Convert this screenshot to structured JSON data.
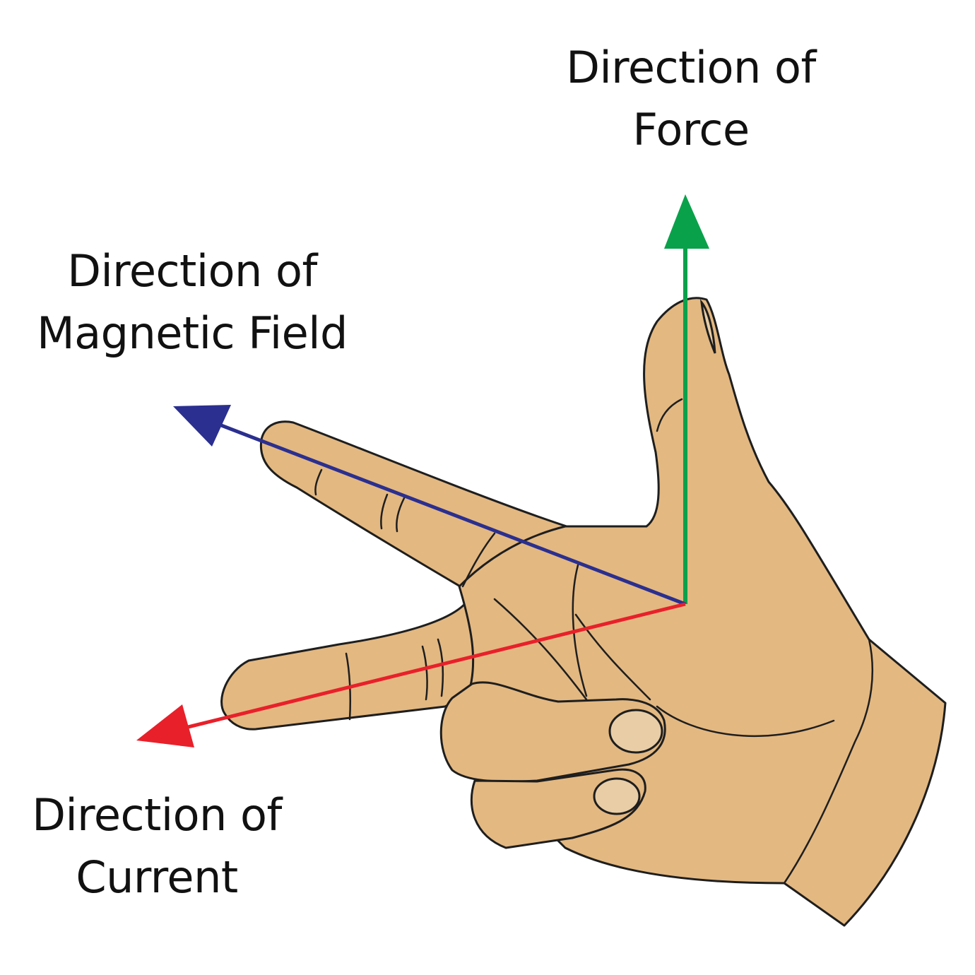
{
  "labels": {
    "force": {
      "line1": "Direction of",
      "line2": "Force"
    },
    "field": {
      "line1": "Direction of",
      "line2": "Magnetic Field"
    },
    "current": {
      "line1": "Direction of",
      "line2": "Current"
    }
  },
  "colors": {
    "force": "#0aa14b",
    "field": "#2b2f8f",
    "current": "#e8202a",
    "skin": "#e3b881",
    "nail": "#e8cda6",
    "outline": "#1e1e1e"
  }
}
